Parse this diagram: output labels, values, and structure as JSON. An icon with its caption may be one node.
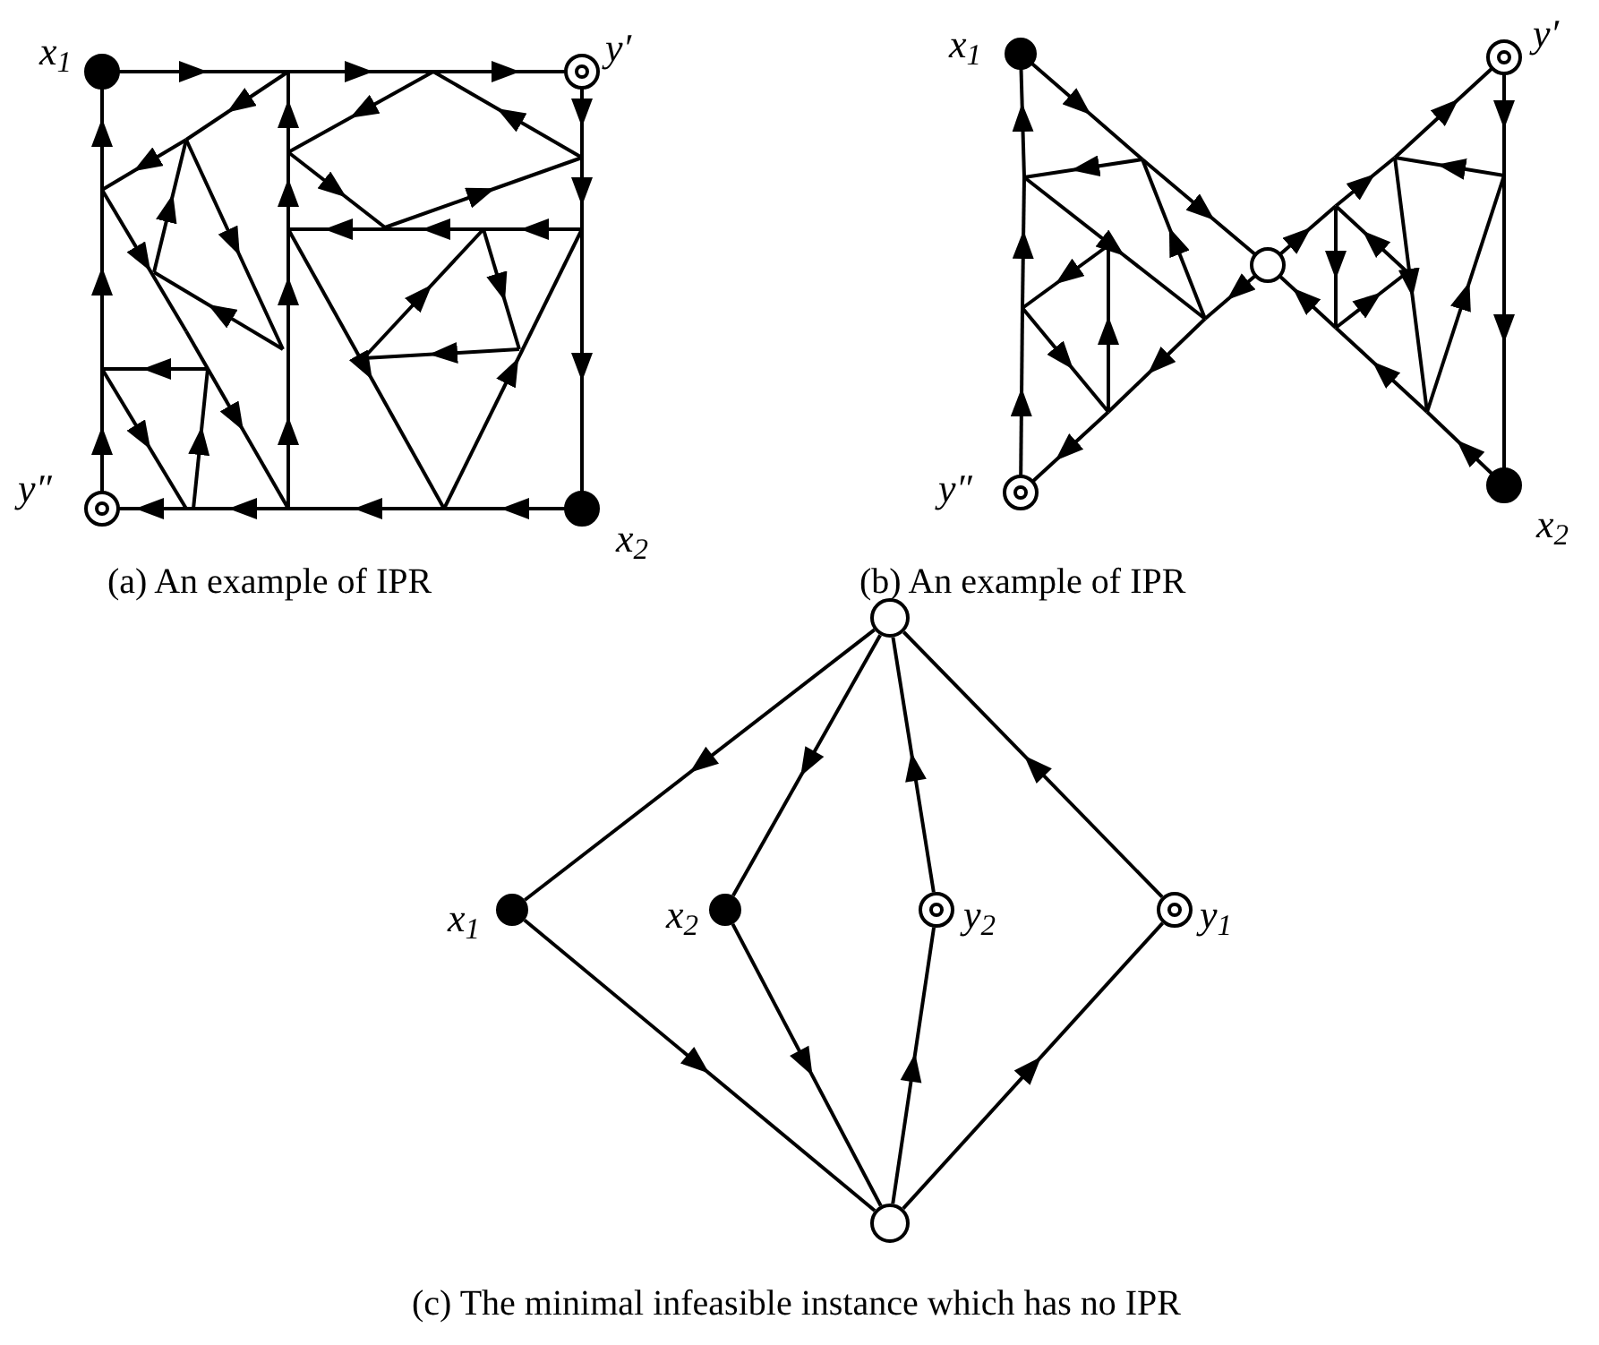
{
  "diagram": {
    "nodes": [
      {
        "text": [],
        "shape": "dot",
        "beside": [
          "x$_{1}$"
        ]
      },
      {
        "text": [],
        "shape": "bullseye",
        "beside": [
          "y′"
        ]
      },
      {
        "text": [],
        "shape": "bullseye",
        "beside": [
          "y″"
        ]
      },
      {
        "text": [],
        "shape": "dot",
        "beside": [
          "x$_{2}$"
        ]
      },
      {
        "text": [],
        "shape": "dot",
        "beside": [
          "x$_{1}$"
        ]
      },
      {
        "text": [],
        "shape": "bullseye",
        "beside": [
          "y′"
        ]
      },
      {
        "text": [],
        "shape": "circle"
      },
      {
        "text": [],
        "shape": "bullseye",
        "beside": [
          "y″"
        ]
      },
      {
        "text": [],
        "shape": "dot",
        "beside": [
          "x$_{2}$"
        ]
      },
      {
        "text": [],
        "shape": "circle"
      },
      {
        "text": [],
        "shape": "dot",
        "beside": [
          "x$_{1}$"
        ]
      },
      {
        "text": [],
        "shape": "dot",
        "beside": [
          "x$_{2}$"
        ]
      },
      {
        "text": [],
        "shape": "bullseye",
        "beside": [
          "y$_{2}$"
        ]
      },
      {
        "text": [],
        "shape": "bullseye",
        "beside": [
          "y$_{1}$"
        ]
      },
      {
        "text": [],
        "shape": "circle"
      }
    ],
    "edges": [
      {
        "from": 9,
        "to": 10,
        "arrow": "to"
      },
      {
        "from": 10,
        "to": 14,
        "arrow": "to"
      },
      {
        "from": 9,
        "to": 11,
        "arrow": "to"
      },
      {
        "from": 11,
        "to": 14,
        "arrow": "to"
      },
      {
        "from": 14,
        "to": 12,
        "arrow": "to"
      },
      {
        "from": 12,
        "to": 9,
        "arrow": "to"
      },
      {
        "from": 14,
        "to": 13,
        "arrow": "to"
      },
      {
        "from": 13,
        "to": 9,
        "arrow": "to"
      }
    ],
    "labels": [
      "(a) An example of IPR",
      "(b) An example of IPR",
      "(c) The minimal infeasible instance which has no IPR"
    ]
  }
}
